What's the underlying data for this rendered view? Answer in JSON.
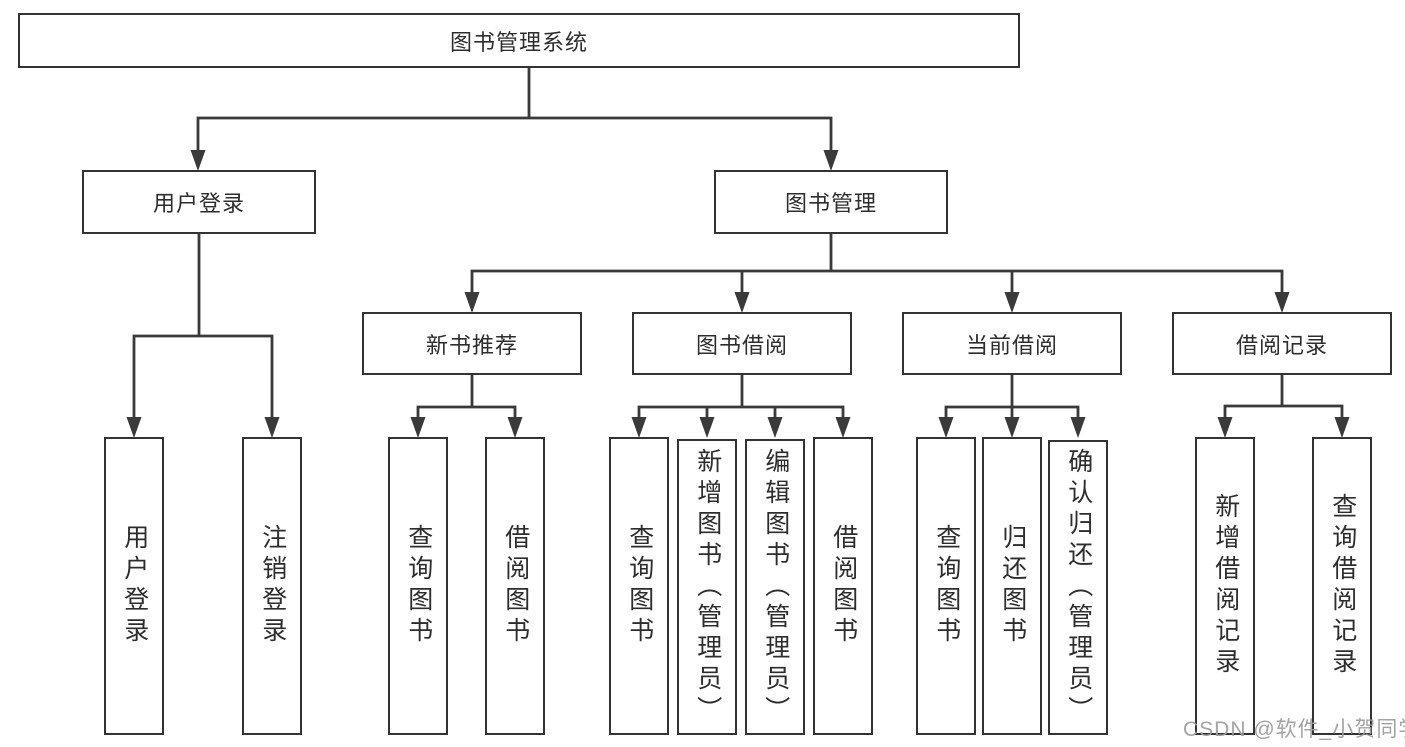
{
  "diagram": {
    "root": {
      "label": "图书管理系统"
    },
    "branches": [
      {
        "label": "用户登录",
        "children": [
          {
            "label": "用户登录"
          },
          {
            "label": "注销登录"
          }
        ]
      },
      {
        "label": "图书管理",
        "children": [
          {
            "label": "新书推荐",
            "children": [
              {
                "label": "查询图书"
              },
              {
                "label": "借阅图书"
              }
            ]
          },
          {
            "label": "图书借阅",
            "children": [
              {
                "label": "查询图书"
              },
              {
                "label": "新增图书（管理员）"
              },
              {
                "label": "编辑图书（管理员）"
              },
              {
                "label": "借阅图书"
              }
            ]
          },
          {
            "label": "当前借阅",
            "children": [
              {
                "label": "查询图书"
              },
              {
                "label": "归还图书"
              },
              {
                "label": "确认归还（管理员）"
              }
            ]
          },
          {
            "label": "借阅记录",
            "children": [
              {
                "label": "新增借阅记录"
              },
              {
                "label": "查询借阅记录"
              }
            ]
          }
        ]
      }
    ]
  },
  "watermark": {
    "text": "CSDN @软件_小贺同学"
  },
  "colors": {
    "line": "#3a3a3a",
    "box_border": "#333333",
    "text": "#2d2d2d",
    "background": "#ffffff",
    "watermark": "#9c9c9c"
  }
}
